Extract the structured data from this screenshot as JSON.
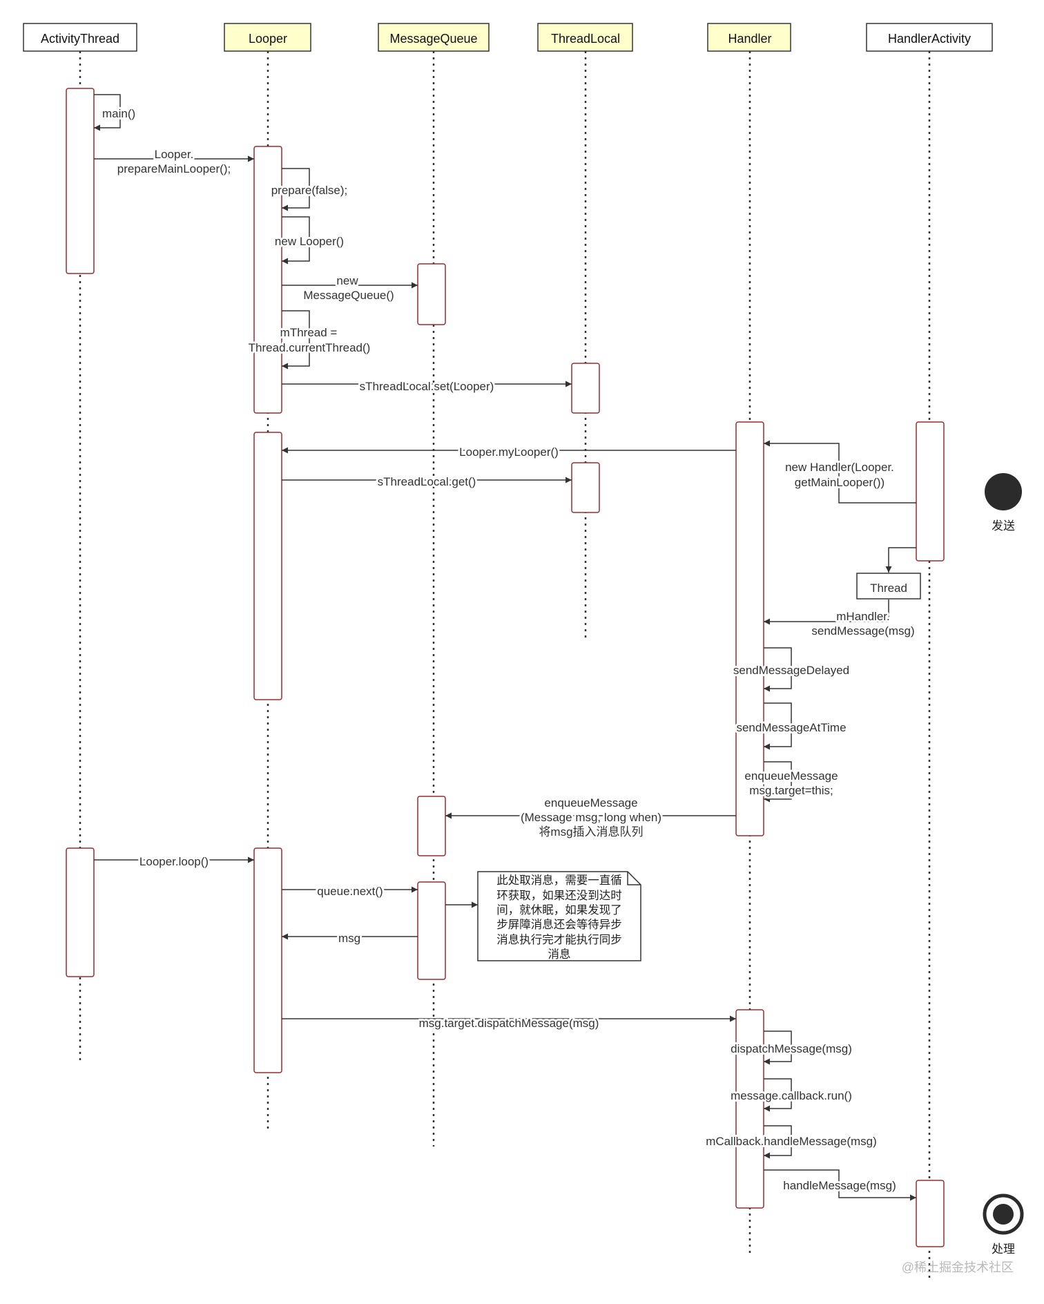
{
  "participants": [
    {
      "id": "activity_thread",
      "label": "ActivityThread",
      "fill": "#ffffff"
    },
    {
      "id": "looper",
      "label": "Looper",
      "fill": "#ffffcc"
    },
    {
      "id": "message_queue",
      "label": "MessageQueue",
      "fill": "#ffffcc"
    },
    {
      "id": "thread_local",
      "label": "ThreadLocal",
      "fill": "#ffffcc"
    },
    {
      "id": "handler",
      "label": "Handler",
      "fill": "#ffffcc"
    },
    {
      "id": "handler_activity",
      "label": "HandlerActivity",
      "fill": "#ffffff"
    }
  ],
  "messages": {
    "main": "main()",
    "prepare_main_looper": [
      "Looper.",
      "prepareMainLooper();"
    ],
    "prepare_false": "prepare(false);",
    "new_looper": "new Looper()",
    "new_message_queue": [
      "new",
      "MessageQueue()"
    ],
    "m_thread": [
      "mThread =",
      "Thread.currentThread()"
    ],
    "thread_local_set": "sThreadLocal.set(Looper)",
    "my_looper": "Looper.myLooper()",
    "thread_local_get": "sThreadLocal.get()",
    "new_handler": [
      "new Handler(Looper.",
      "getMainLooper())"
    ],
    "thread_box": "Thread",
    "send_message": [
      "mHandler.",
      "sendMessage(msg)"
    ],
    "send_message_delayed": "sendMessageDelayed",
    "send_message_at_time": "sendMessageAtTime",
    "enqueue_self": [
      "enqueueMessage",
      "msg.target=this;"
    ],
    "enqueue_queue": [
      "enqueueMessage",
      "(Message msg, long when)",
      "将msg插入消息队列"
    ],
    "looper_loop": "Looper.loop()",
    "queue_next": "queue.next()",
    "msg_return": "msg",
    "dispatch_target": "msg.target.dispatchMessage(msg)",
    "dispatch_message": "dispatchMessage(msg)",
    "callback_run": "message.callback.run()",
    "m_callback_handle": "mCallback.handleMessage(msg)",
    "handle_message": "handleMessage(msg)"
  },
  "note": {
    "lines": [
      "此处取消息，需要一直循",
      "环获取，如果还没到达时",
      "间，就休眠，如果发现了",
      "步屏障消息还会等待异步",
      "消息执行完才能执行同步",
      "消息"
    ]
  },
  "states": {
    "send": "发送",
    "handle": "处理"
  },
  "watermark": "@稀土掘金技术社区",
  "colors": {
    "activation_border": "#9a2b2b",
    "line": "#333333",
    "header_border": "#333333",
    "initial_dot": "#2b2b2b"
  }
}
